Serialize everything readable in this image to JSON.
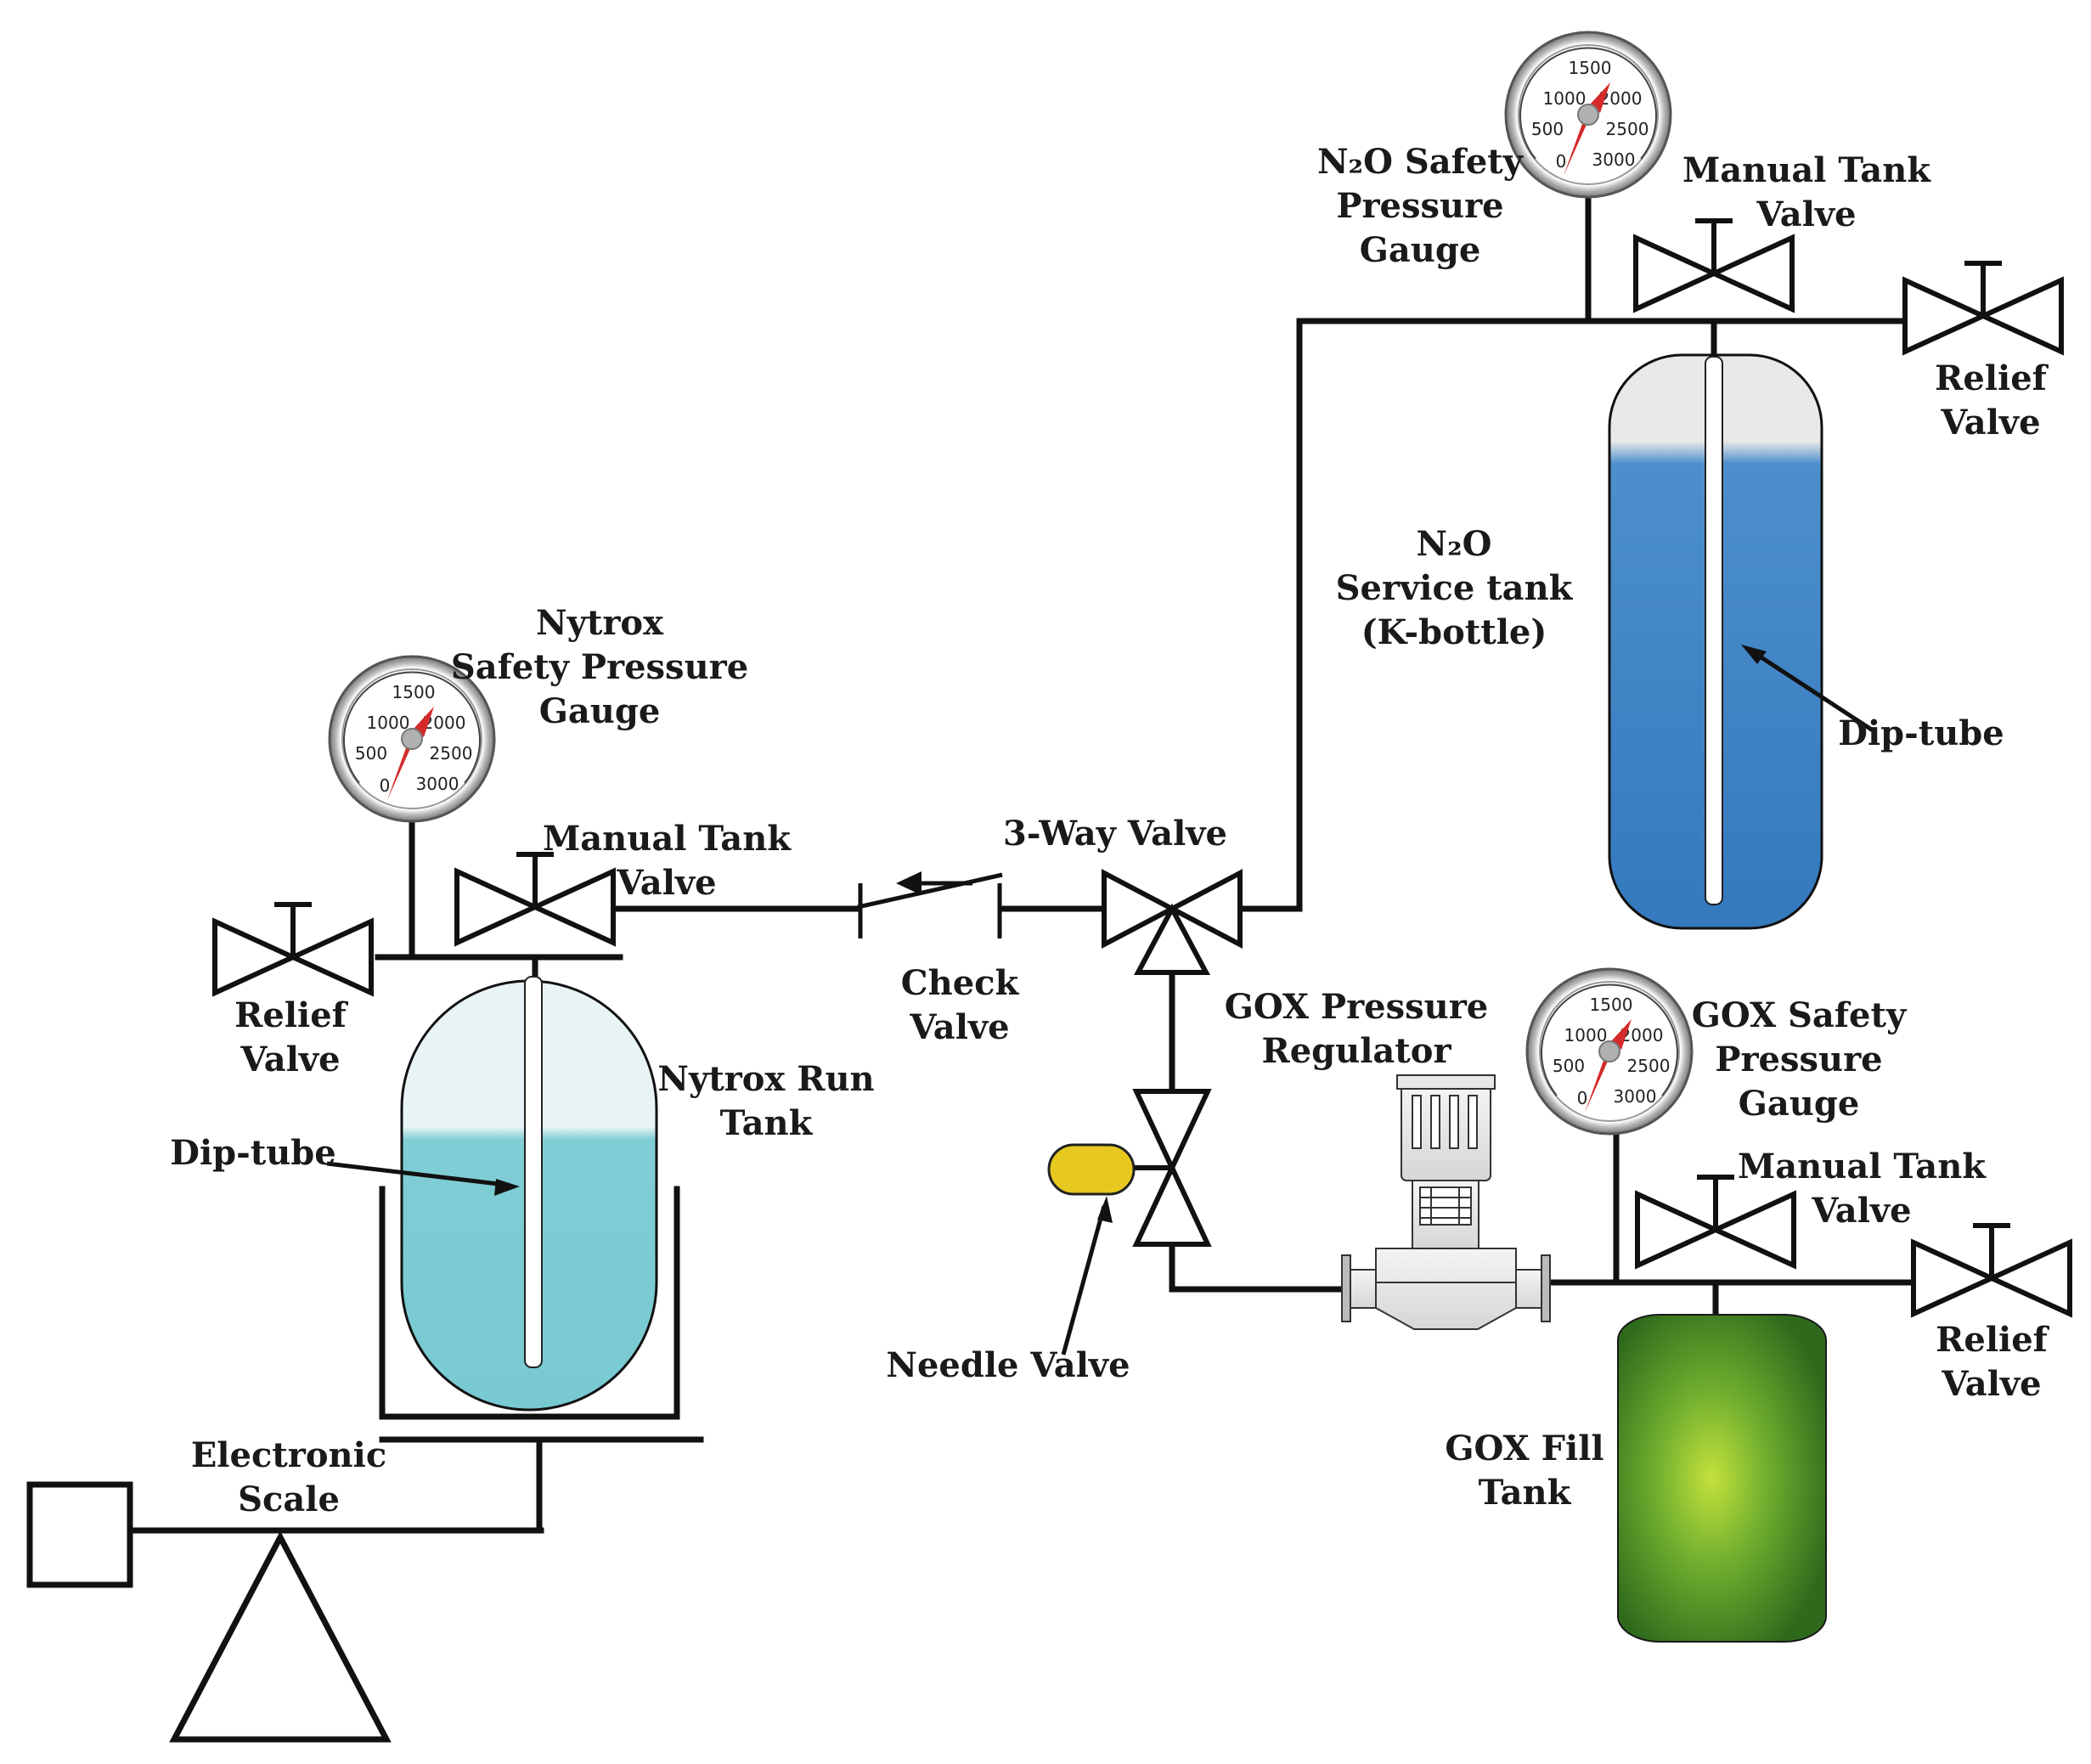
{
  "labels": {
    "n2o_gauge": [
      "N₂O Safety",
      "Pressure",
      "Gauge"
    ],
    "n2o_manual_valve": [
      "Manual Tank",
      "Valve"
    ],
    "n2o_relief_valve": [
      "Relief",
      "Valve"
    ],
    "n2o_tank": [
      "N₂O",
      "Service tank",
      "(K-bottle)"
    ],
    "n2o_dip_tube": "Dip-tube",
    "nytrox_gauge": [
      "Nytrox",
      "Safety Pressure",
      "Gauge"
    ],
    "nytrox_manual_valve": [
      "Manual Tank",
      "Valve"
    ],
    "nytrox_relief_valve": [
      "Relief",
      "Valve"
    ],
    "nytrox_tank": [
      "Nytrox Run",
      "Tank"
    ],
    "nytrox_dip_tube": "Dip-tube",
    "three_way_valve": "3-Way Valve",
    "check_valve": [
      "Check",
      "Valve"
    ],
    "gox_regulator": [
      "GOX Pressure",
      "Regulator"
    ],
    "needle_valve": "Needle Valve",
    "gox_gauge": [
      "GOX Safety",
      "Pressure",
      "Gauge"
    ],
    "gox_manual_valve": [
      "Manual Tank",
      "Valve"
    ],
    "gox_relief_valve": [
      "Relief",
      "Valve"
    ],
    "gox_tank": [
      "GOX Fill",
      "Tank"
    ],
    "scale": [
      "Electronic",
      "Scale"
    ]
  },
  "gauge_ticks": [
    "1500",
    "1000",
    "2000",
    "500",
    "2500",
    "0",
    "3000"
  ],
  "colors": {
    "n2o_liquid": "#3a82c4",
    "n2o_vapor": "#e8e8e8",
    "nytrox_liquid": "#7dcdd4",
    "nytrox_vapor": "#e6f2f5",
    "gox_center": "#b8e034",
    "gox_edge": "#2e6b1a",
    "needle_knob": "#e6c820",
    "gauge_needle": "#d42a2a"
  }
}
